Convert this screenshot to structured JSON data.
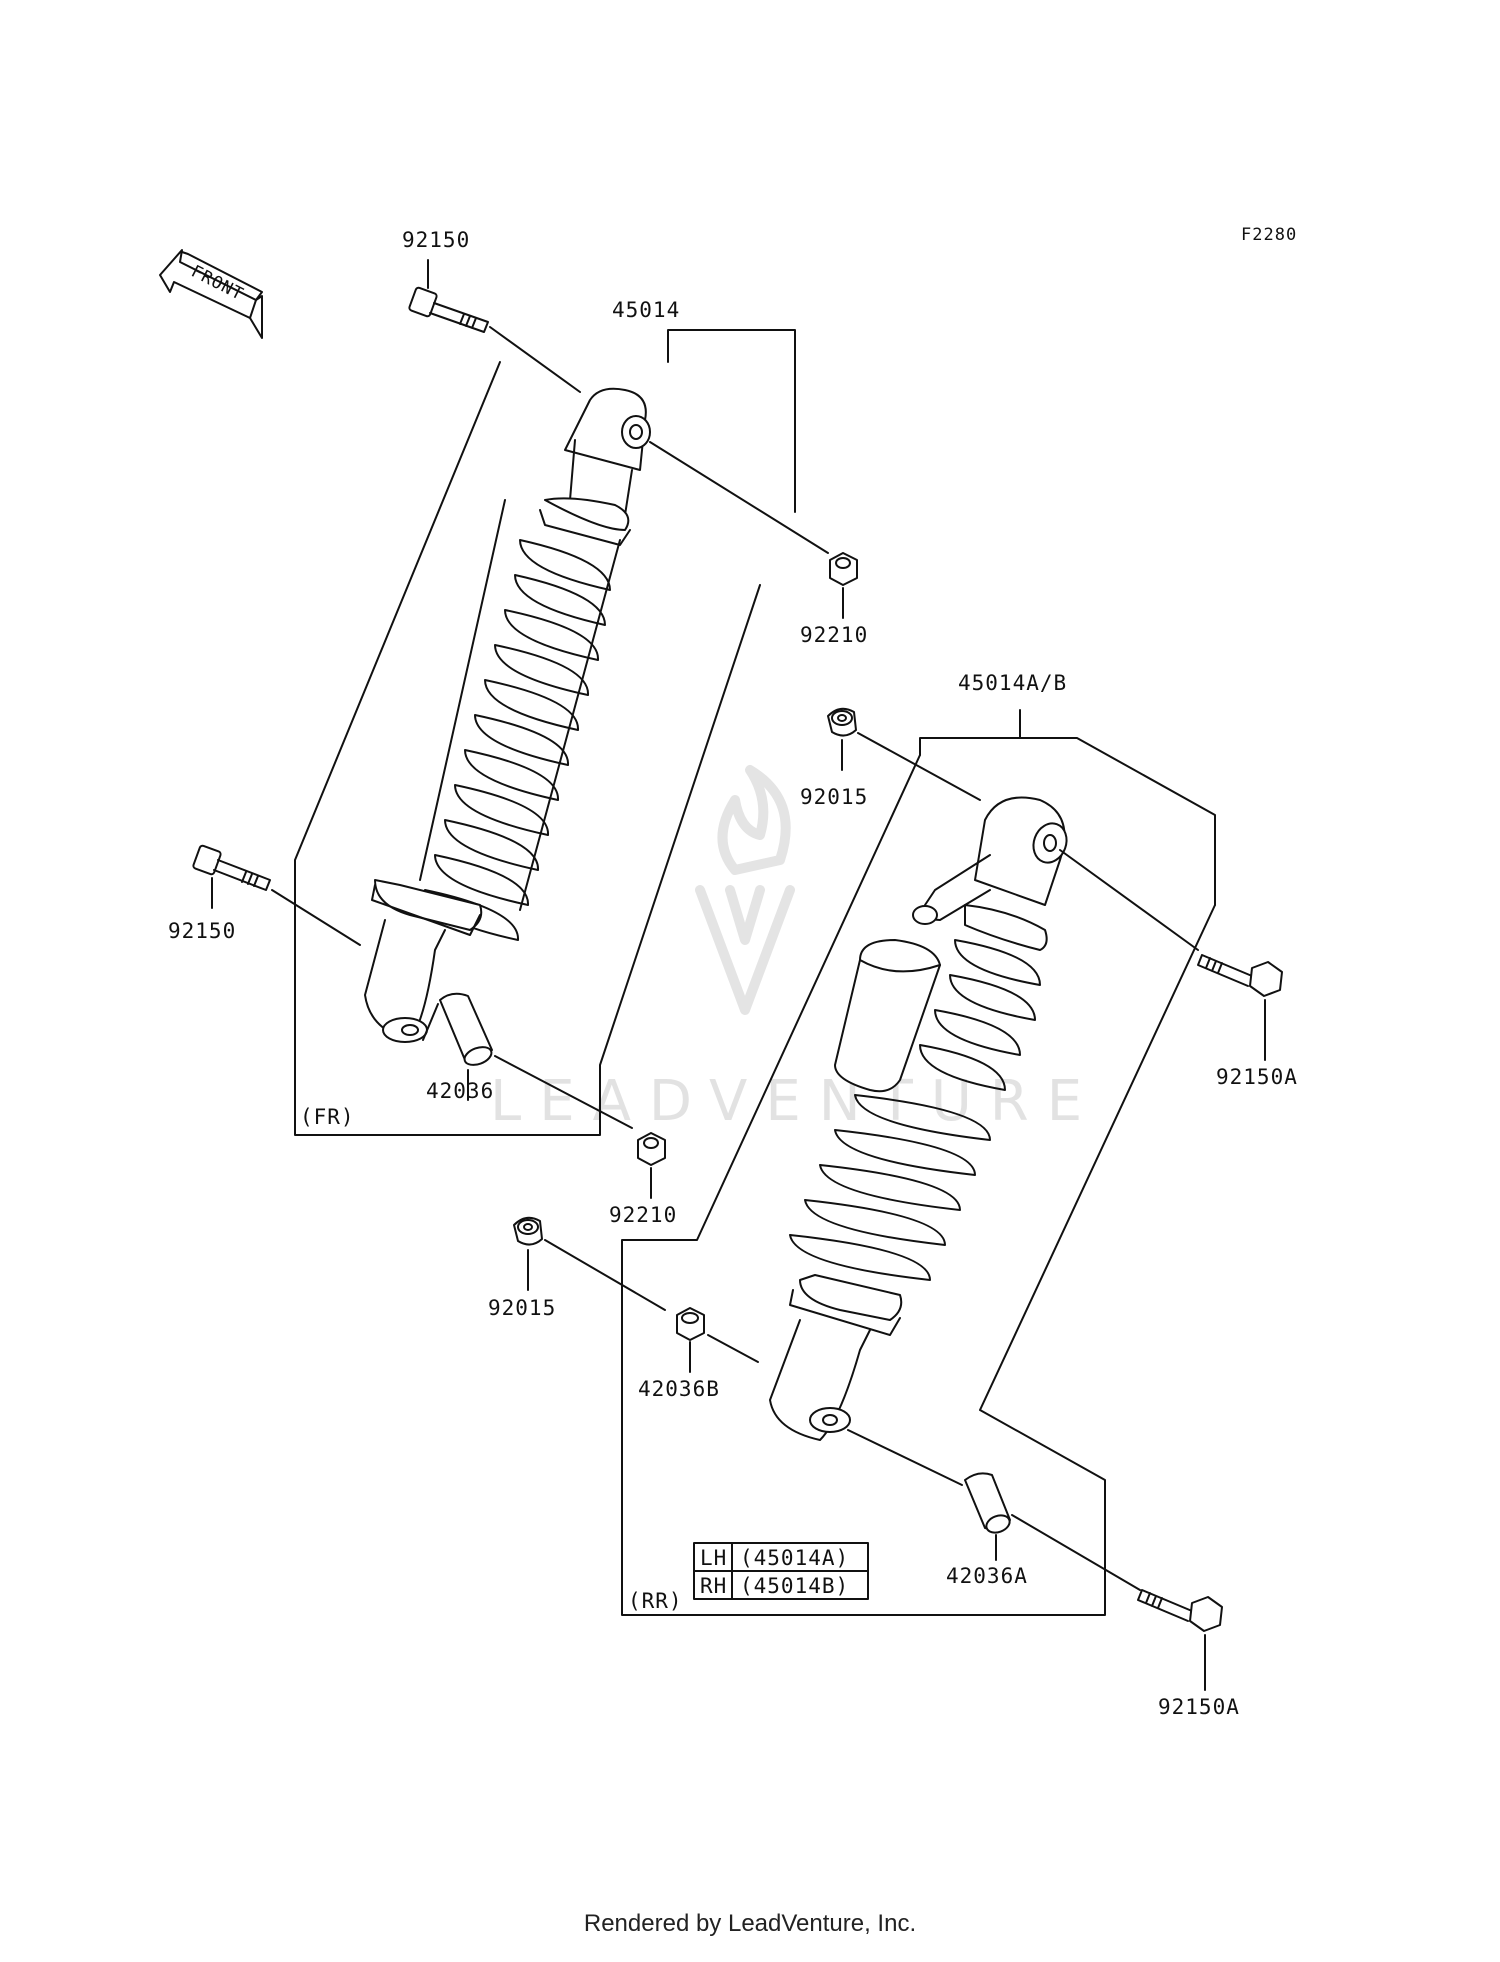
{
  "diagram": {
    "code": "F2280",
    "front_label": "FRONT",
    "watermark": "LEADVENTURE",
    "parts": {
      "bolt_fr_top": "92150",
      "shock_fr": "45014",
      "nut_fr_top": "92210",
      "bolt_fr_bottom": "92150",
      "collar_fr": "42036",
      "nut_fr_bottom": "92210",
      "group_fr": "(FR)",
      "shock_rr": "45014A/B",
      "nut_rr_top": "92015",
      "bolt_rr_top": "92150A",
      "nut_rr_bottom": "92015",
      "collar_rr_b": "42036B",
      "collar_rr_a": "42036A",
      "bolt_rr_bottom": "92150A",
      "group_rr": "(RR)"
    },
    "side_table": [
      {
        "side": "LH",
        "part": "(45014A)"
      },
      {
        "side": "RH",
        "part": "(45014B)"
      }
    ]
  },
  "footer": "Rendered by LeadVenture, Inc."
}
